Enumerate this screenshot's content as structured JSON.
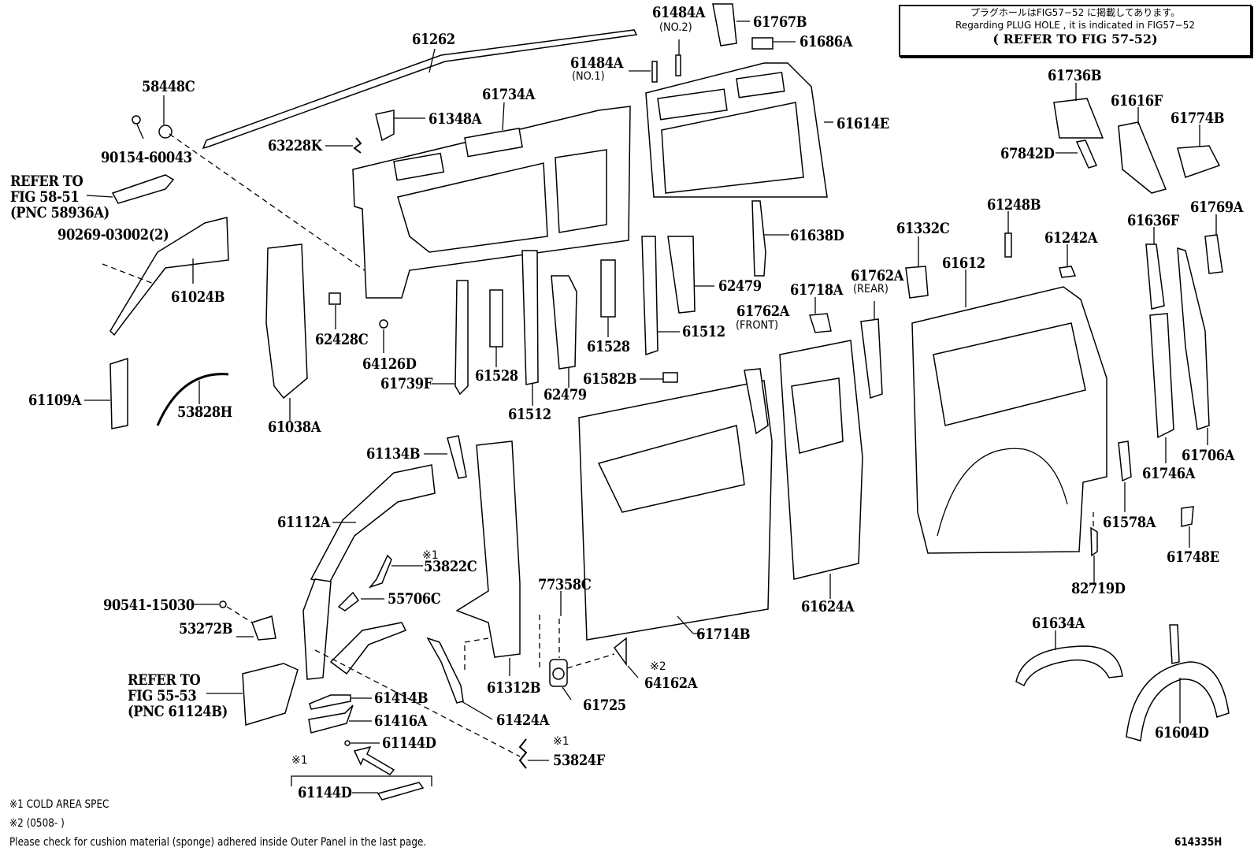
{
  "notice": {
    "line1": "プラグホールはFIG57−52 に掲載してあります。",
    "line2": "Regarding PLUG HOLE , it is indicated in FIG57−52",
    "line3": "( REFER TO FIG 57-52)"
  },
  "parts": {
    "p61262": "61262",
    "p58448C": "58448C",
    "p90154_60043": "90154-60043",
    "ref_58_51": [
      "REFER TO",
      "FIG 58-51",
      "(PNC 58936A)"
    ],
    "p90269_03002": "90269-03002(2)",
    "p61024B": "61024B",
    "p61109A": "61109A",
    "p53828H": "53828H",
    "p61038A": "61038A",
    "p63228K": "63228K",
    "p61348A": "61348A",
    "p61734A": "61734A",
    "p62428C": "62428C",
    "p64126D": "64126D",
    "p61484A_no2": "61484A",
    "p61484A_no2_sub": "(NO.2)",
    "p61484A_no1": "61484A",
    "p61484A_no1_sub": "(NO.1)",
    "p61767B": "61767B",
    "p61686A": "61686A",
    "p61614E": "61614E",
    "p61739F": "61739F",
    "p61528_a": "61528",
    "p61512_a": "61512",
    "p62479_a": "62479",
    "p61528_b": "61528",
    "p61582B": "61582B",
    "p61512_b": "61512",
    "p62479_b": "62479",
    "p61638D": "61638D",
    "p61718A": "61718A",
    "p61762A_front": "61762A",
    "p61762A_front_sub": "(FRONT)",
    "p61762A_rear": "61762A",
    "p61762A_rear_sub": "(REAR)",
    "p61332C": "61332C",
    "p61612": "61612",
    "p61248B": "61248B",
    "p61242A": "61242A",
    "p61736B": "61736B",
    "p61616F": "61616F",
    "p61774B": "61774B",
    "p67842D": "67842D",
    "p61636F": "61636F",
    "p61769A": "61769A",
    "p61706A": "61706A",
    "p61746A": "61746A",
    "p61578A": "61578A",
    "p61748E": "61748E",
    "p82719D": "82719D",
    "p61634A": "61634A",
    "p61604D": "61604D",
    "p61134B": "61134B",
    "p61112A": "61112A",
    "p53822C": "53822C",
    "p55706C": "55706C",
    "p90541_15030": "90541-15030",
    "p53272B": "53272B",
    "ref_55_53": [
      "REFER TO",
      "FIG 55-53",
      "(PNC 61124B)"
    ],
    "p61414B": "61414B",
    "p61416A": "61416A",
    "p61144D_a": "61144D",
    "p61144D_b": "61144D",
    "p53824F": "53824F",
    "p61424A": "61424A",
    "p61312B": "61312B",
    "p77358C": "77358C",
    "p61725": "61725",
    "p64162A": "64162A",
    "p61714B": "61714B",
    "p61624A": "61624A"
  },
  "marks": {
    "m1": "※1",
    "m2": "※2"
  },
  "footnotes": {
    "note1": "※1 COLD AREA SPEC",
    "note2": "※2 (0508-       )",
    "note3": "Please check for cushion material (sponge) adhered inside Outer Panel in the last page."
  },
  "figure_id": "614335H"
}
